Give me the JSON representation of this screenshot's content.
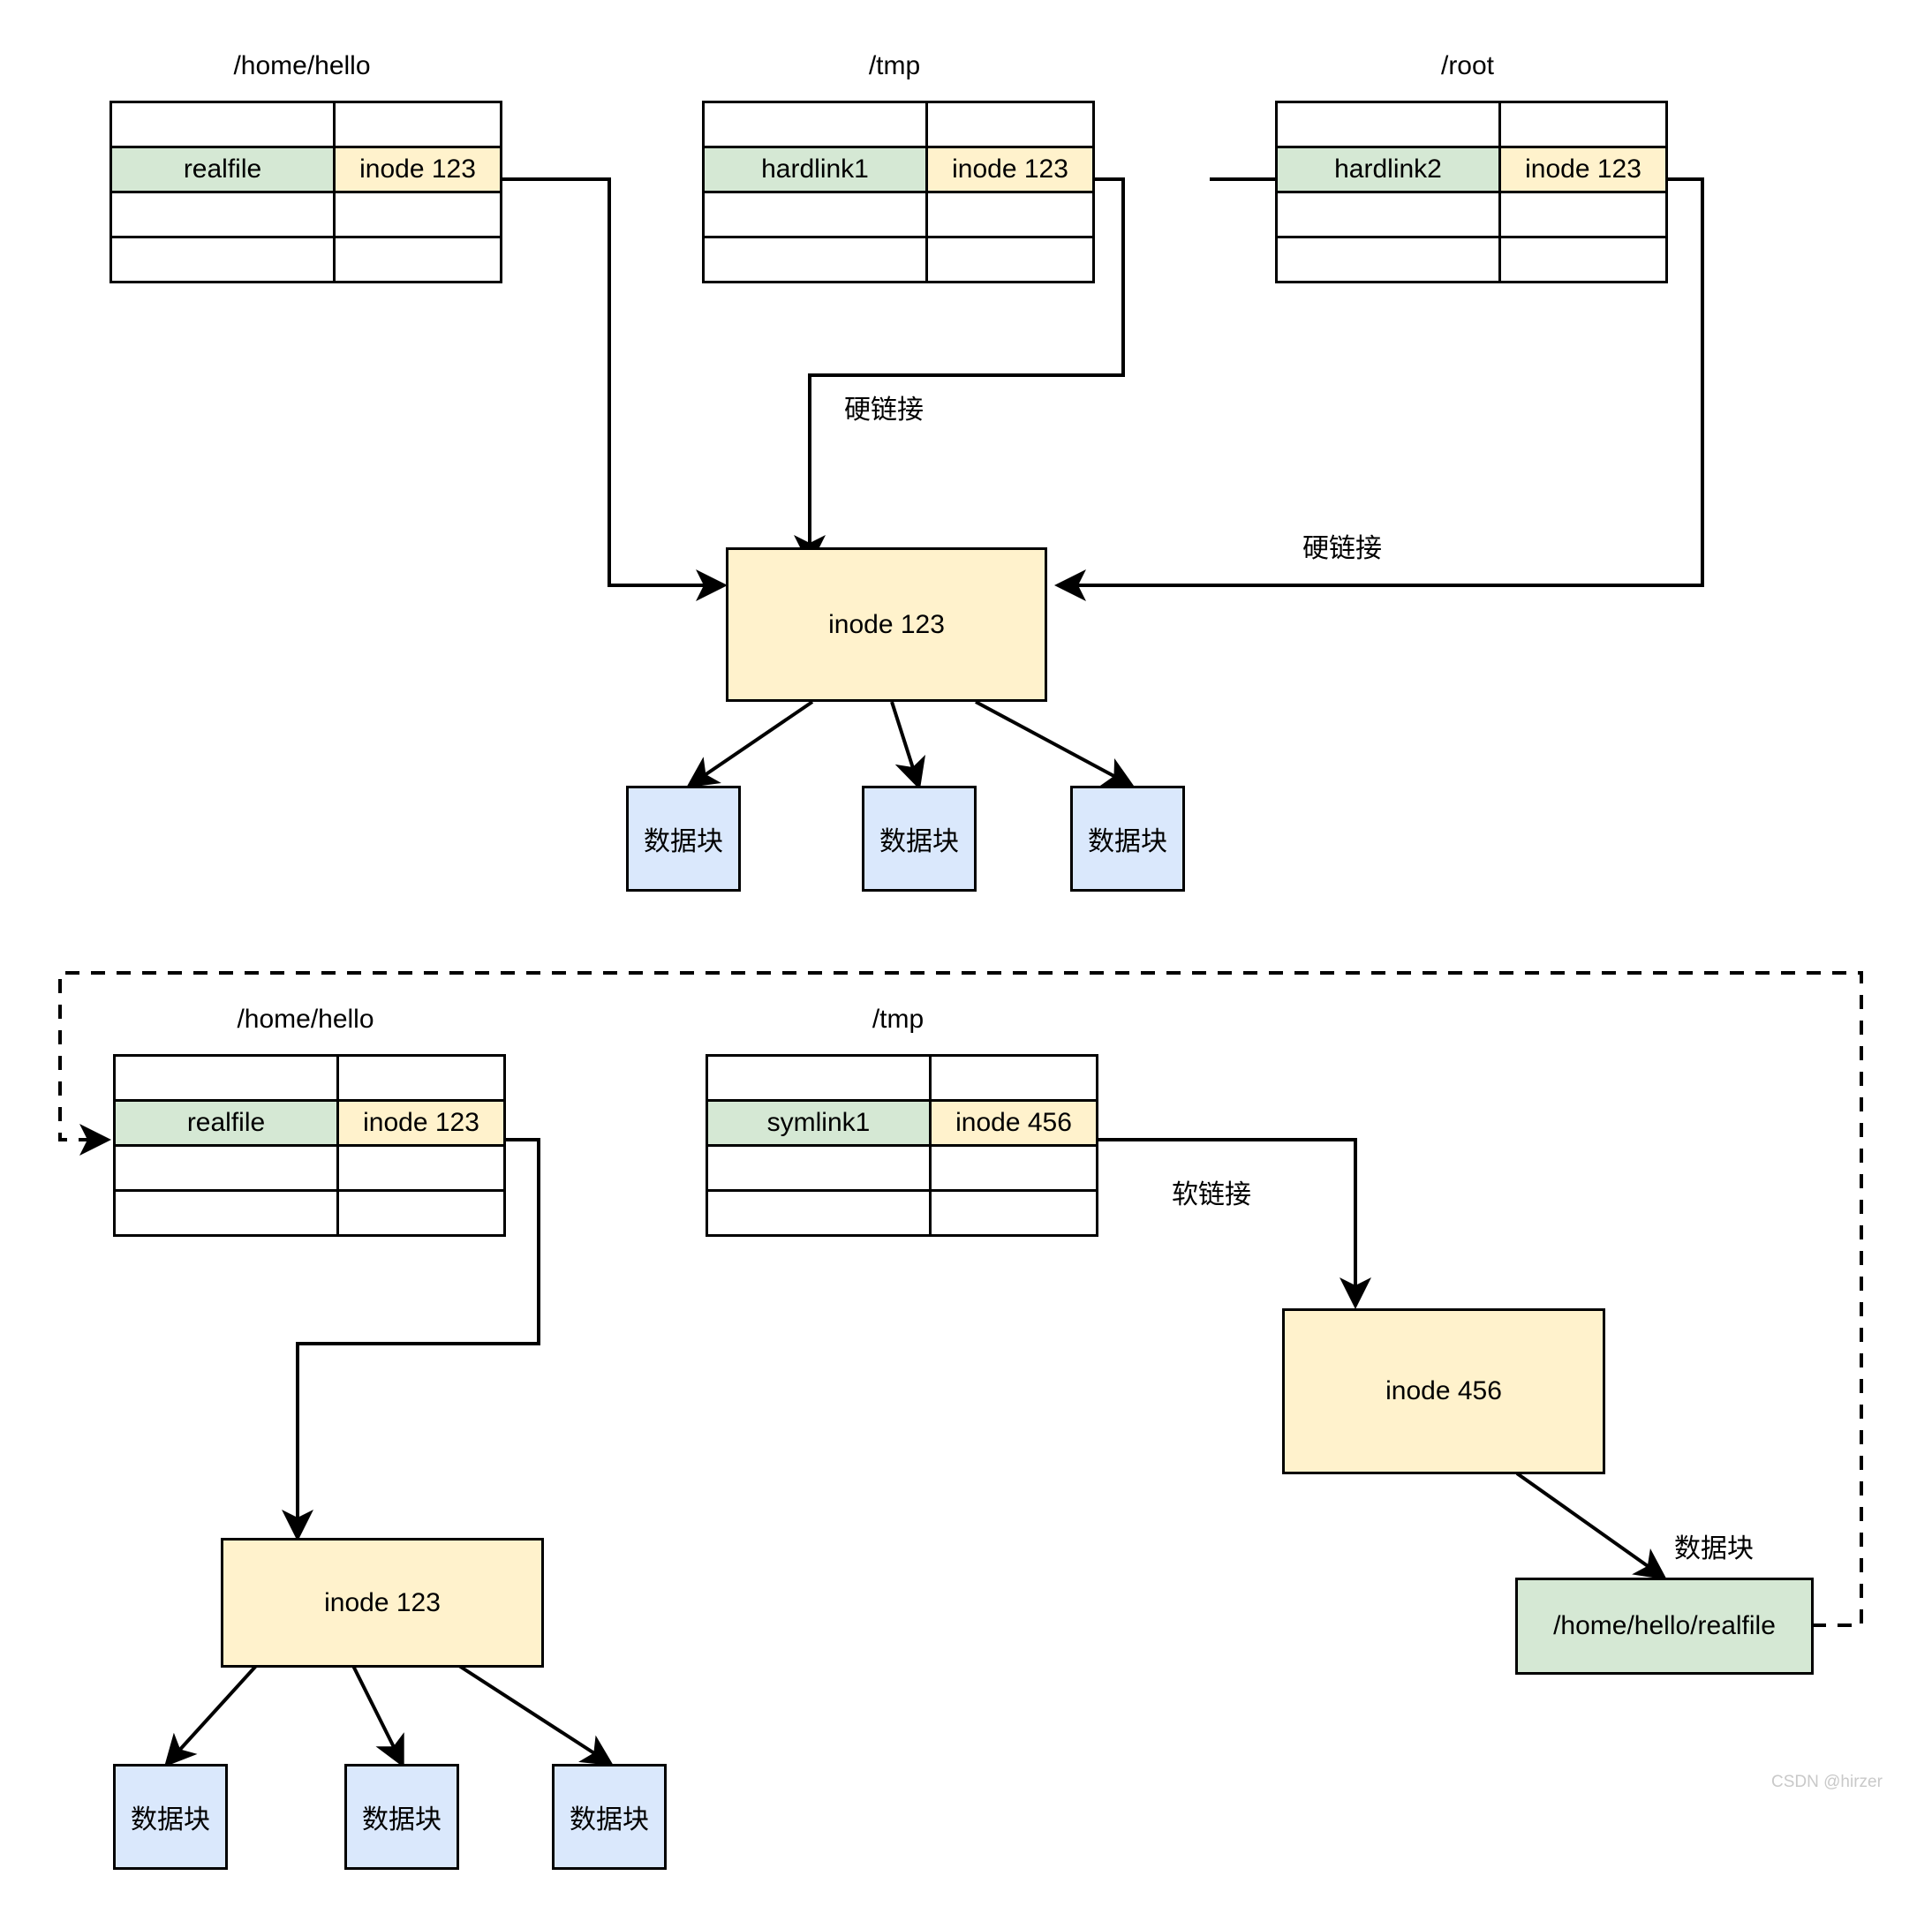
{
  "diagram": {
    "title": "Linux hard link vs symbolic link inode diagram",
    "colors": {
      "name_cell": "#d5e8d4",
      "inode_cell": "#fff2cc",
      "inode_box": "#fff2cc",
      "data_block": "#dae8fc",
      "path_box": "#d5e8d4",
      "stroke": "#000000",
      "background": "#ffffff"
    }
  },
  "hardlink_section": {
    "directories": [
      {
        "title": "/home/hello",
        "rows": [
          {
            "name": "",
            "inode": ""
          },
          {
            "name": "realfile",
            "inode": "inode 123"
          },
          {
            "name": "",
            "inode": ""
          },
          {
            "name": "",
            "inode": ""
          }
        ]
      },
      {
        "title": "/tmp",
        "rows": [
          {
            "name": "",
            "inode": ""
          },
          {
            "name": "hardlink1",
            "inode": "inode 123"
          },
          {
            "name": "",
            "inode": ""
          },
          {
            "name": "",
            "inode": ""
          }
        ]
      },
      {
        "title": "/root",
        "rows": [
          {
            "name": "",
            "inode": ""
          },
          {
            "name": "hardlink2",
            "inode": "inode 123"
          },
          {
            "name": "",
            "inode": ""
          },
          {
            "name": "",
            "inode": ""
          }
        ]
      }
    ],
    "edge_labels": {
      "hardlink_middle": "硬链接",
      "hardlink_right": "硬链接"
    },
    "inode": "inode 123",
    "data_blocks": [
      "数据块",
      "数据块",
      "数据块"
    ]
  },
  "symlink_section": {
    "directories": [
      {
        "title": "/home/hello",
        "rows": [
          {
            "name": "",
            "inode": ""
          },
          {
            "name": "realfile",
            "inode": "inode 123"
          },
          {
            "name": "",
            "inode": ""
          },
          {
            "name": "",
            "inode": ""
          }
        ]
      },
      {
        "title": "/tmp",
        "rows": [
          {
            "name": "",
            "inode": ""
          },
          {
            "name": "symlink1",
            "inode": "inode 456"
          },
          {
            "name": "",
            "inode": ""
          },
          {
            "name": "",
            "inode": ""
          }
        ]
      }
    ],
    "edge_labels": {
      "symlink": "软链接",
      "data_block": "数据块"
    },
    "inode_real": "inode 123",
    "inode_link": "inode 456",
    "target_path": "/home/hello/realfile",
    "data_blocks": [
      "数据块",
      "数据块",
      "数据块"
    ]
  },
  "watermark": "CSDN @hirzer"
}
